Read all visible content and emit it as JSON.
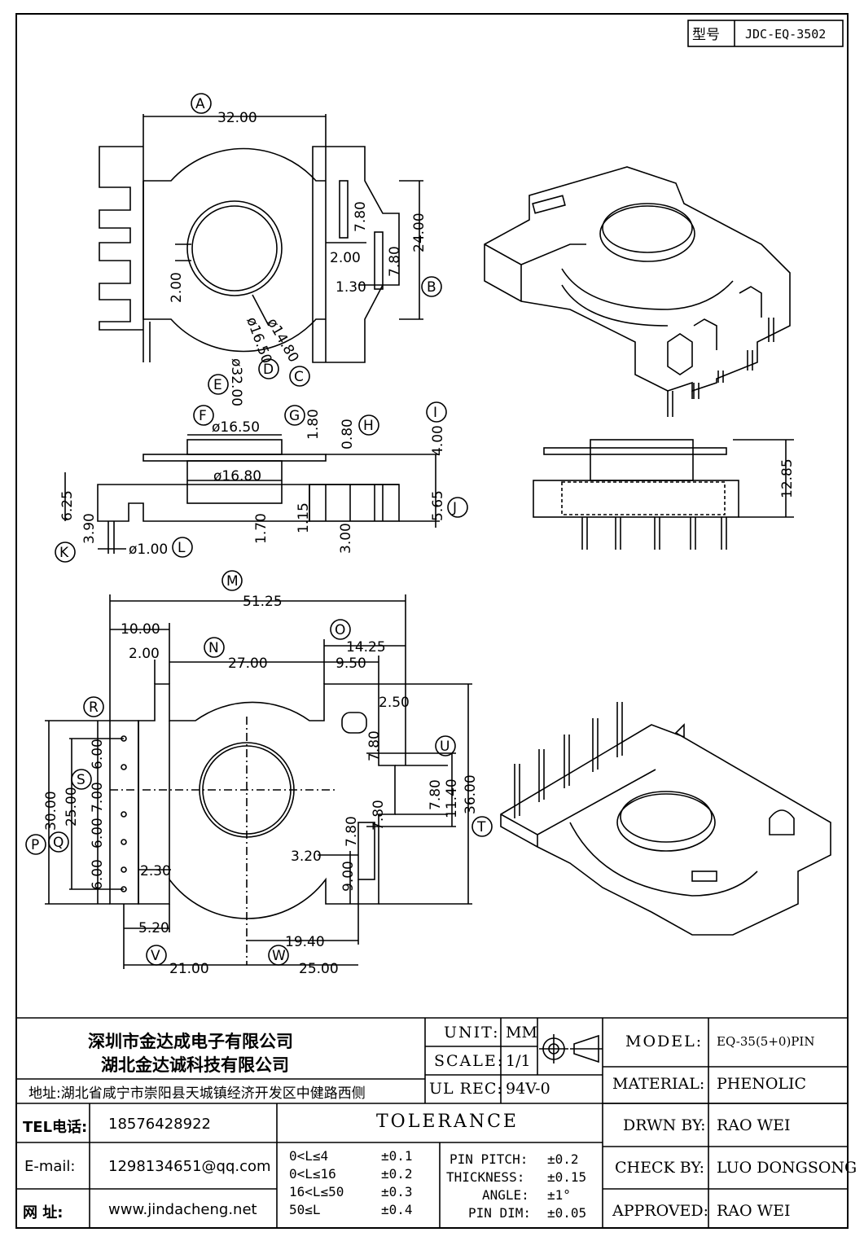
{
  "model_box": {
    "label": "型号",
    "value": "JDC-EQ-3502"
  },
  "top_view": {
    "dims": [
      "32.00",
      "24.00",
      "7.80",
      "2.00",
      "7.80",
      "1.30",
      "2.00",
      "ø16.50",
      "ø14.80",
      "ø32.00"
    ],
    "markers": [
      "A",
      "B",
      "C",
      "D",
      "E"
    ]
  },
  "side_view": {
    "dims": [
      "ø16.50",
      "1.80",
      "0.80",
      "4.00",
      "ø16.80",
      "6.25",
      "3.90",
      "ø1.00",
      "1.70",
      "1.15",
      "3.00",
      "5.65",
      "12.85"
    ],
    "markers": [
      "F",
      "G",
      "H",
      "I",
      "J",
      "K",
      "L"
    ]
  },
  "bottom_view": {
    "dims": [
      "51.25",
      "10.00",
      "2.00",
      "27.00",
      "14.25",
      "9.50",
      "2.50",
      "7.80",
      "7.80",
      "11.40",
      "36.00",
      "7.80",
      "7.80",
      "3.20",
      "9.00",
      "6.00",
      "7.00",
      "6.00",
      "6.00",
      "30.00",
      "25.00",
      "2.30",
      "5.20",
      "19.40",
      "21.00",
      "25.00"
    ],
    "markers": [
      "M",
      "N",
      "O",
      "P",
      "Q",
      "R",
      "S",
      "T",
      "U",
      "V",
      "W"
    ]
  },
  "title_block": {
    "company_1": "深圳市金达成电子有限公司",
    "company_2": "湖北金达诚科技有限公司",
    "address": "地址:湖北省咸宁市崇阳县天城镇经济开发区中健路西侧",
    "tel_label": "TEL电话:",
    "tel_value": "18576428922",
    "email_label": "E-mail:",
    "email_value": "1298134651@qq.com",
    "web_label": "网      址:",
    "web_value": "www.jindacheng.net",
    "unit_label": "UNIT:",
    "unit_value": "MM",
    "scale_label": "SCALE:",
    "scale_value": "1/1",
    "ulrec_label": "UL REC:",
    "ulrec_value": "94V-0",
    "tolerance_title": "TOLERANCE",
    "tol_left": [
      {
        "range": "0<L≤4",
        "value": "±0.1"
      },
      {
        "range": "0<L≤16",
        "value": "±0.2"
      },
      {
        "range": "16<L≤50",
        "value": "±0.3"
      },
      {
        "range": "50≤L",
        "value": "±0.4"
      }
    ],
    "tol_right": [
      {
        "name": "PIN PITCH:",
        "value": "±0.2"
      },
      {
        "name": "THICKNESS:",
        "value": "±0.15"
      },
      {
        "name": "ANGLE:",
        "value": "±1°"
      },
      {
        "name": "PIN DIM:",
        "value": "±0.05"
      }
    ],
    "model_label": "MODEL:",
    "model_value": "EQ-35(5+0)PIN",
    "material_label": "MATERIAL:",
    "material_value": "PHENOLIC",
    "drwn_label": "DRWN BY:",
    "drwn_value": "RAO WEI",
    "check_label": "CHECK BY:",
    "check_value": "LUO DONGSONG",
    "approved_label": "APPROVED:",
    "approved_value": "RAO WEI"
  }
}
